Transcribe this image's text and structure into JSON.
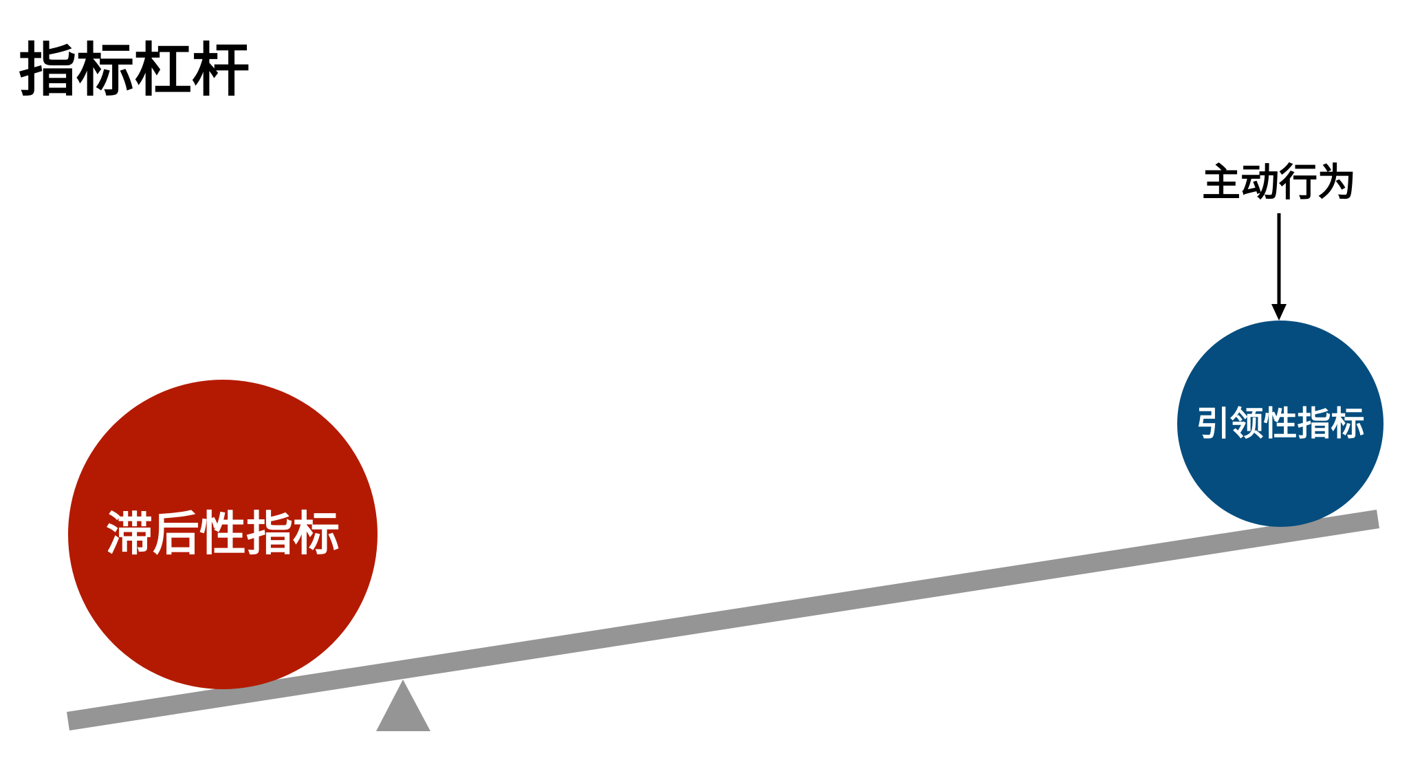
{
  "title": "指标杠杆",
  "left_ball": {
    "label": "滞后性指标",
    "color": "#B41A01"
  },
  "right_ball": {
    "label": "引领性指标",
    "color": "#044D7E"
  },
  "action": {
    "label": "主动行为"
  },
  "colors": {
    "lever": "#959595",
    "fulcrum": "#959595",
    "arrow": "#000000",
    "text": "#000000"
  }
}
